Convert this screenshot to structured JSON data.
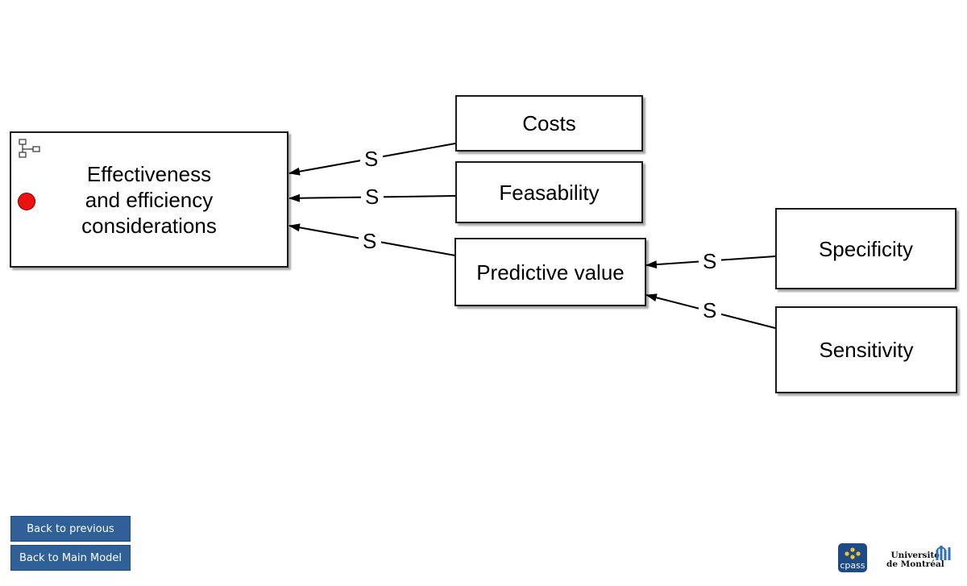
{
  "diagram": {
    "nodes": {
      "effectiveness": {
        "label": "Effectiveness\nand efficiency\nconsiderations"
      },
      "costs": {
        "label": "Costs"
      },
      "feasability": {
        "label": "Feasability"
      },
      "predictive_value": {
        "label": "Predictive value"
      },
      "specificity": {
        "label": "Specificity"
      },
      "sensitivity": {
        "label": "Sensitivity"
      }
    },
    "edges": [
      {
        "from": "costs",
        "to": "effectiveness",
        "label": "S"
      },
      {
        "from": "feasability",
        "to": "effectiveness",
        "label": "S"
      },
      {
        "from": "predictive_value",
        "to": "effectiveness",
        "label": "S"
      },
      {
        "from": "specificity",
        "to": "predictive_value",
        "label": "S"
      },
      {
        "from": "sensitivity",
        "to": "predictive_value",
        "label": "S"
      }
    ],
    "icons": {
      "hierarchy": "hierarchy-icon",
      "status": "red-status-dot"
    },
    "colors": {
      "status_dot": "#ee1111",
      "button_bg": "#2f6198"
    }
  },
  "navigation": {
    "back_previous": "Back to previous",
    "back_main": "Back to Main Model"
  },
  "logos": {
    "cpass": "cpass",
    "udem_line1": "Université",
    "udem_line2": "de Montréal"
  }
}
